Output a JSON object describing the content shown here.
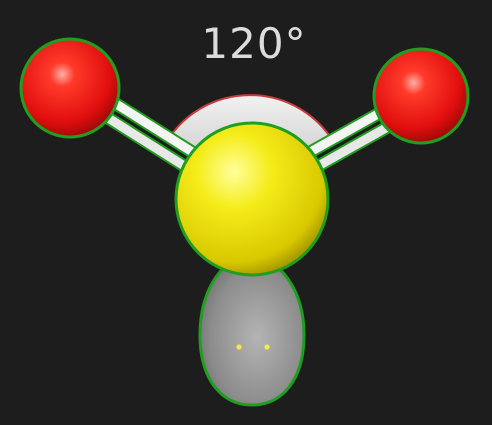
{
  "angle_label": "120°",
  "colors": {
    "background": "#1d1d1d",
    "sulfur": "#f2e600",
    "oxygen": "#e01010",
    "bond": "#f0f0f0",
    "selection_outline": "#1f9e1f",
    "angle_arc": "#d8d8d8",
    "angle_arc_edge": "#c83c3c",
    "lone_pair_lobe": "#8a8a8a",
    "lone_pair_electrons": "#f5e84a"
  },
  "molecule": {
    "central_atom": "sulfur",
    "outer_atoms": [
      "oxygen",
      "oxygen"
    ],
    "bond_type": "double",
    "lone_pairs": 1,
    "lone_pair_electron_count": 2
  }
}
